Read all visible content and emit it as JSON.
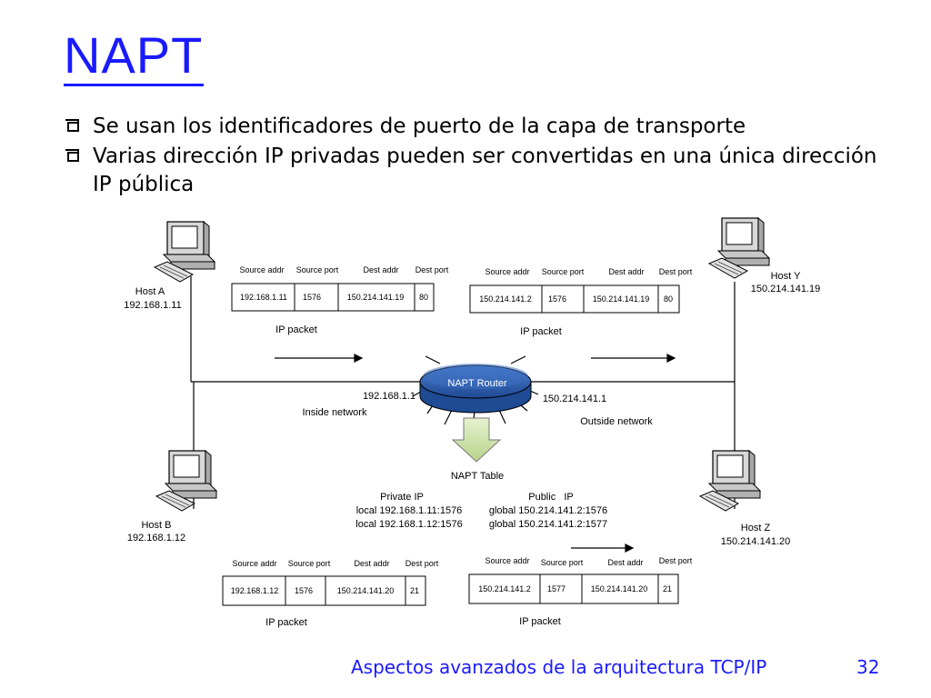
{
  "slide": {
    "title": "NAPT",
    "bullets": [
      "Se usan los identificadores de puerto de la capa de transporte",
      "Varias dirección IP privadas pueden ser convertidas en una única dirección IP pública"
    ],
    "footer": "Aspectos avanzados de la arquitectura TCP/IP",
    "page_number": "32"
  },
  "hosts": {
    "a": {
      "name": "Host A",
      "ip": "192.168.1.11"
    },
    "b": {
      "name": "Host B",
      "ip": "192.168.1.12"
    },
    "y": {
      "name": "Host Y",
      "ip": "150.214.141.19"
    },
    "z": {
      "name": "Host Z",
      "ip": "150.214.141.20"
    }
  },
  "router": {
    "label": "NAPT Router",
    "inside_ip": "192.168.1.1",
    "outside_ip": "150.214.141.1",
    "inside_label": "Inside network",
    "outside_label": "Outside network"
  },
  "packet_headers": {
    "source_addr": "Source addr",
    "source_port": "Source port",
    "dest_addr": "Dest addr",
    "dest_port": "Dest port",
    "caption": "IP packet"
  },
  "packets": {
    "a_out": {
      "src": "192.168.1.11",
      "sport": "1576",
      "dst": "150.214.141.19",
      "dport": "80"
    },
    "y_in": {
      "src": "150.214.141.2",
      "sport": "1576",
      "dst": "150.214.141.19",
      "dport": "80"
    },
    "b_out": {
      "src": "192.168.1.12",
      "sport": "1576",
      "dst": "150.214.141.20",
      "dport": "21"
    },
    "z_in": {
      "src": "150.214.141.2",
      "sport": "1577",
      "dst": "150.214.141.20",
      "dport": "21"
    }
  },
  "napt_table": {
    "title": "NAPT Table",
    "private_header": "Private IP",
    "public_header": "Public   IP",
    "private_rows": [
      "local 192.168.1.11:1576",
      "local 192.168.1.12:1576"
    ],
    "public_rows": [
      "global 150.214.141.2:1576",
      "global 150.214.141.2:1577"
    ]
  },
  "colors": {
    "title": "#1a1aff",
    "router_fill": "#2f5fb0",
    "arrow_fill": "#cfe3a8"
  }
}
